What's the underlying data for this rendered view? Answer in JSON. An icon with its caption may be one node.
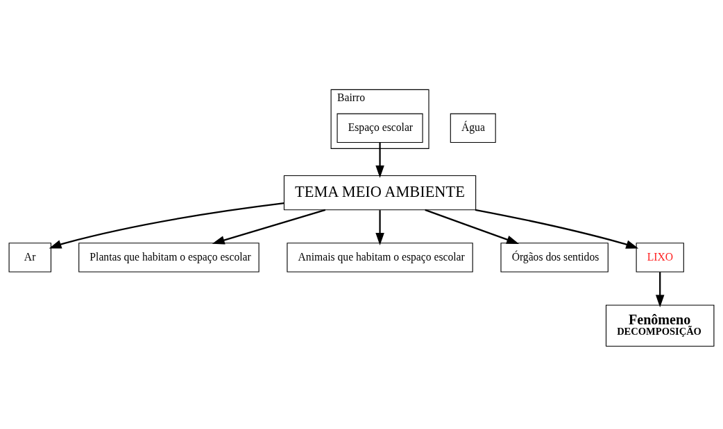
{
  "diagram": {
    "nodes": [
      {
        "text": [
          "Bairro"
        ]
      },
      {
        "text": [
          "Espaço escolar"
        ],
        "in": 0
      },
      {
        "text": [
          "Ar"
        ]
      },
      {
        "text": [
          "TEMA MEIO AMBIENTE"
        ]
      },
      {
        "text": [
          "Plantas que habitam o espaço escolar"
        ]
      },
      {
        "text": [
          "Água"
        ]
      },
      {
        "text": [
          "Animais que habitam o espaço escolar"
        ]
      },
      {
        "text": [
          "Órgãos dos sentidos"
        ]
      },
      {
        "text": [
          "LIXO"
        ]
      },
      {
        "text": [
          "Fenômeno",
          "DECOMPOSIÇÃO"
        ]
      }
    ],
    "edges": [
      {
        "from": 1,
        "to": 3,
        "arrow": "to"
      },
      {
        "from": 3,
        "to": 2,
        "arrow": "to"
      },
      {
        "from": 3,
        "to": 4,
        "arrow": "to"
      },
      {
        "from": 3,
        "to": 6,
        "arrow": "to"
      },
      {
        "from": 3,
        "to": 7,
        "arrow": "to"
      },
      {
        "from": 3,
        "to": 8,
        "arrow": "to"
      },
      {
        "from": 8,
        "to": 9,
        "arrow": "to"
      }
    ]
  }
}
